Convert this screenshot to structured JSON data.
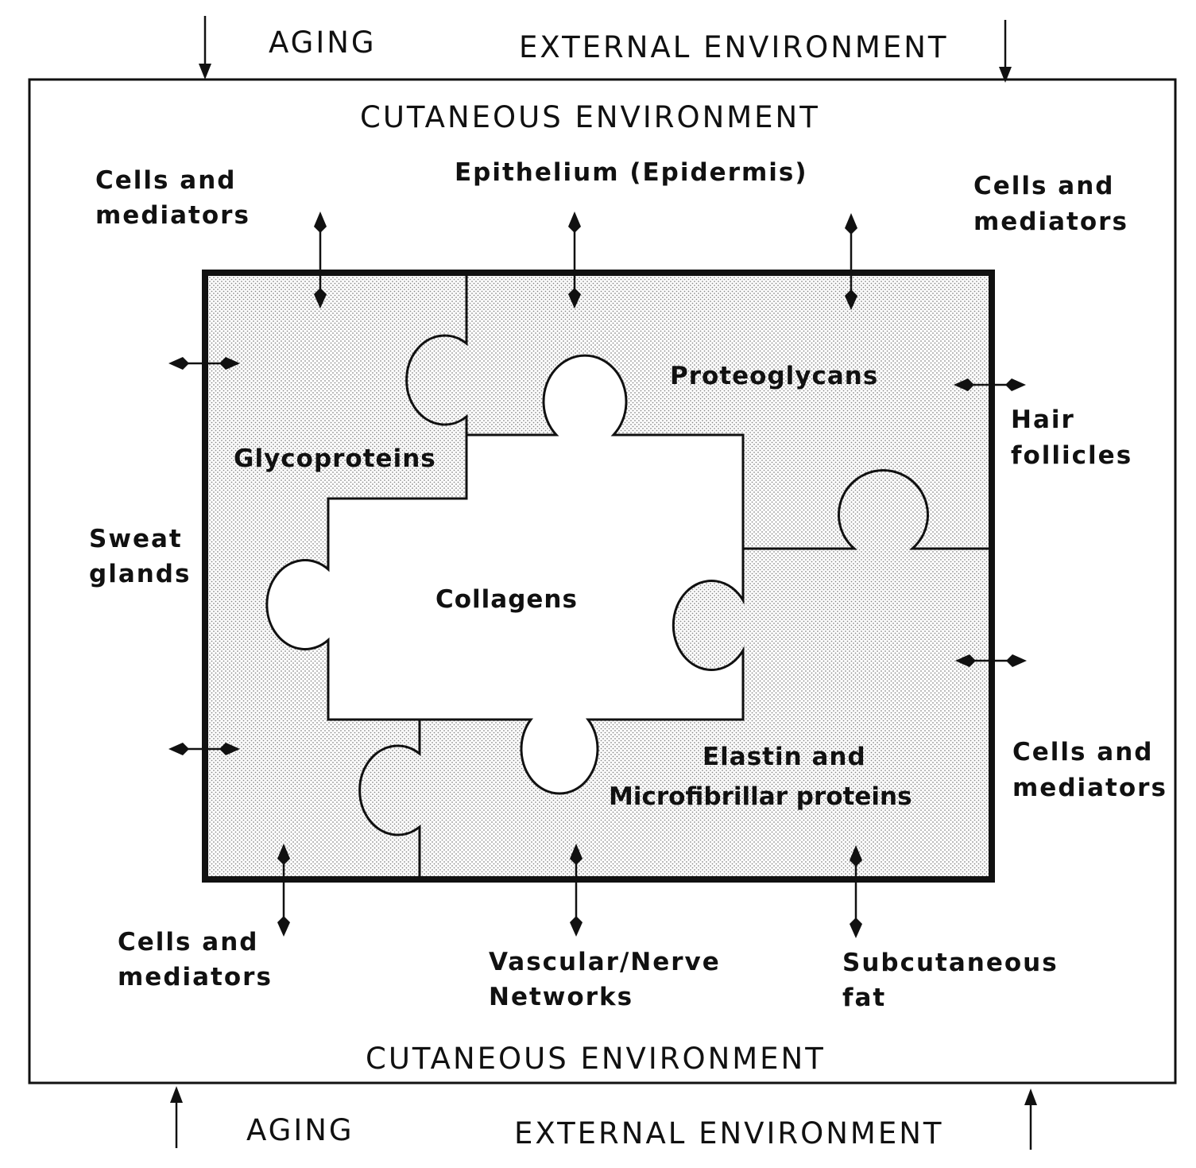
{
  "outer": {
    "top_left": "AGING",
    "top_right": "EXTERNAL ENVIRONMENT",
    "bottom_left": "AGING",
    "bottom_right": "EXTERNAL ENVIRONMENT"
  },
  "cutaneous": {
    "top": "CUTANEOUS ENVIRONMENT",
    "bottom": "CUTANEOUS ENVIRONMENT"
  },
  "labels": {
    "top_left_line1": "Cells and",
    "top_left_line2": "mediators",
    "epithelium": "Epithelium (Epidermis)",
    "top_right_line1": "Cells and",
    "top_right_line2": "mediators",
    "hair_line1": "Hair",
    "hair_line2": "follicles",
    "sweat_line1": "Sweat",
    "sweat_line2": "glands",
    "right_cells_line1": "Cells and",
    "right_cells_line2": "mediators",
    "bottom_left_line1": "Cells and",
    "bottom_left_line2": "mediators",
    "vascular_line1": "Vascular/Nerve",
    "vascular_line2": "Networks",
    "subcut_line1": "Subcutaneous",
    "subcut_line2": "fat"
  },
  "pieces": {
    "glycoproteins": "Glycoproteins",
    "proteoglycans": "Proteoglycans",
    "collagens": "Collagens",
    "elastin_line1": "Elastin and",
    "elastin_line2": "Microfibrillar proteins"
  },
  "colors": {
    "ink": "#111111",
    "stipple": "#9a9a9a",
    "paper": "#ffffff"
  }
}
